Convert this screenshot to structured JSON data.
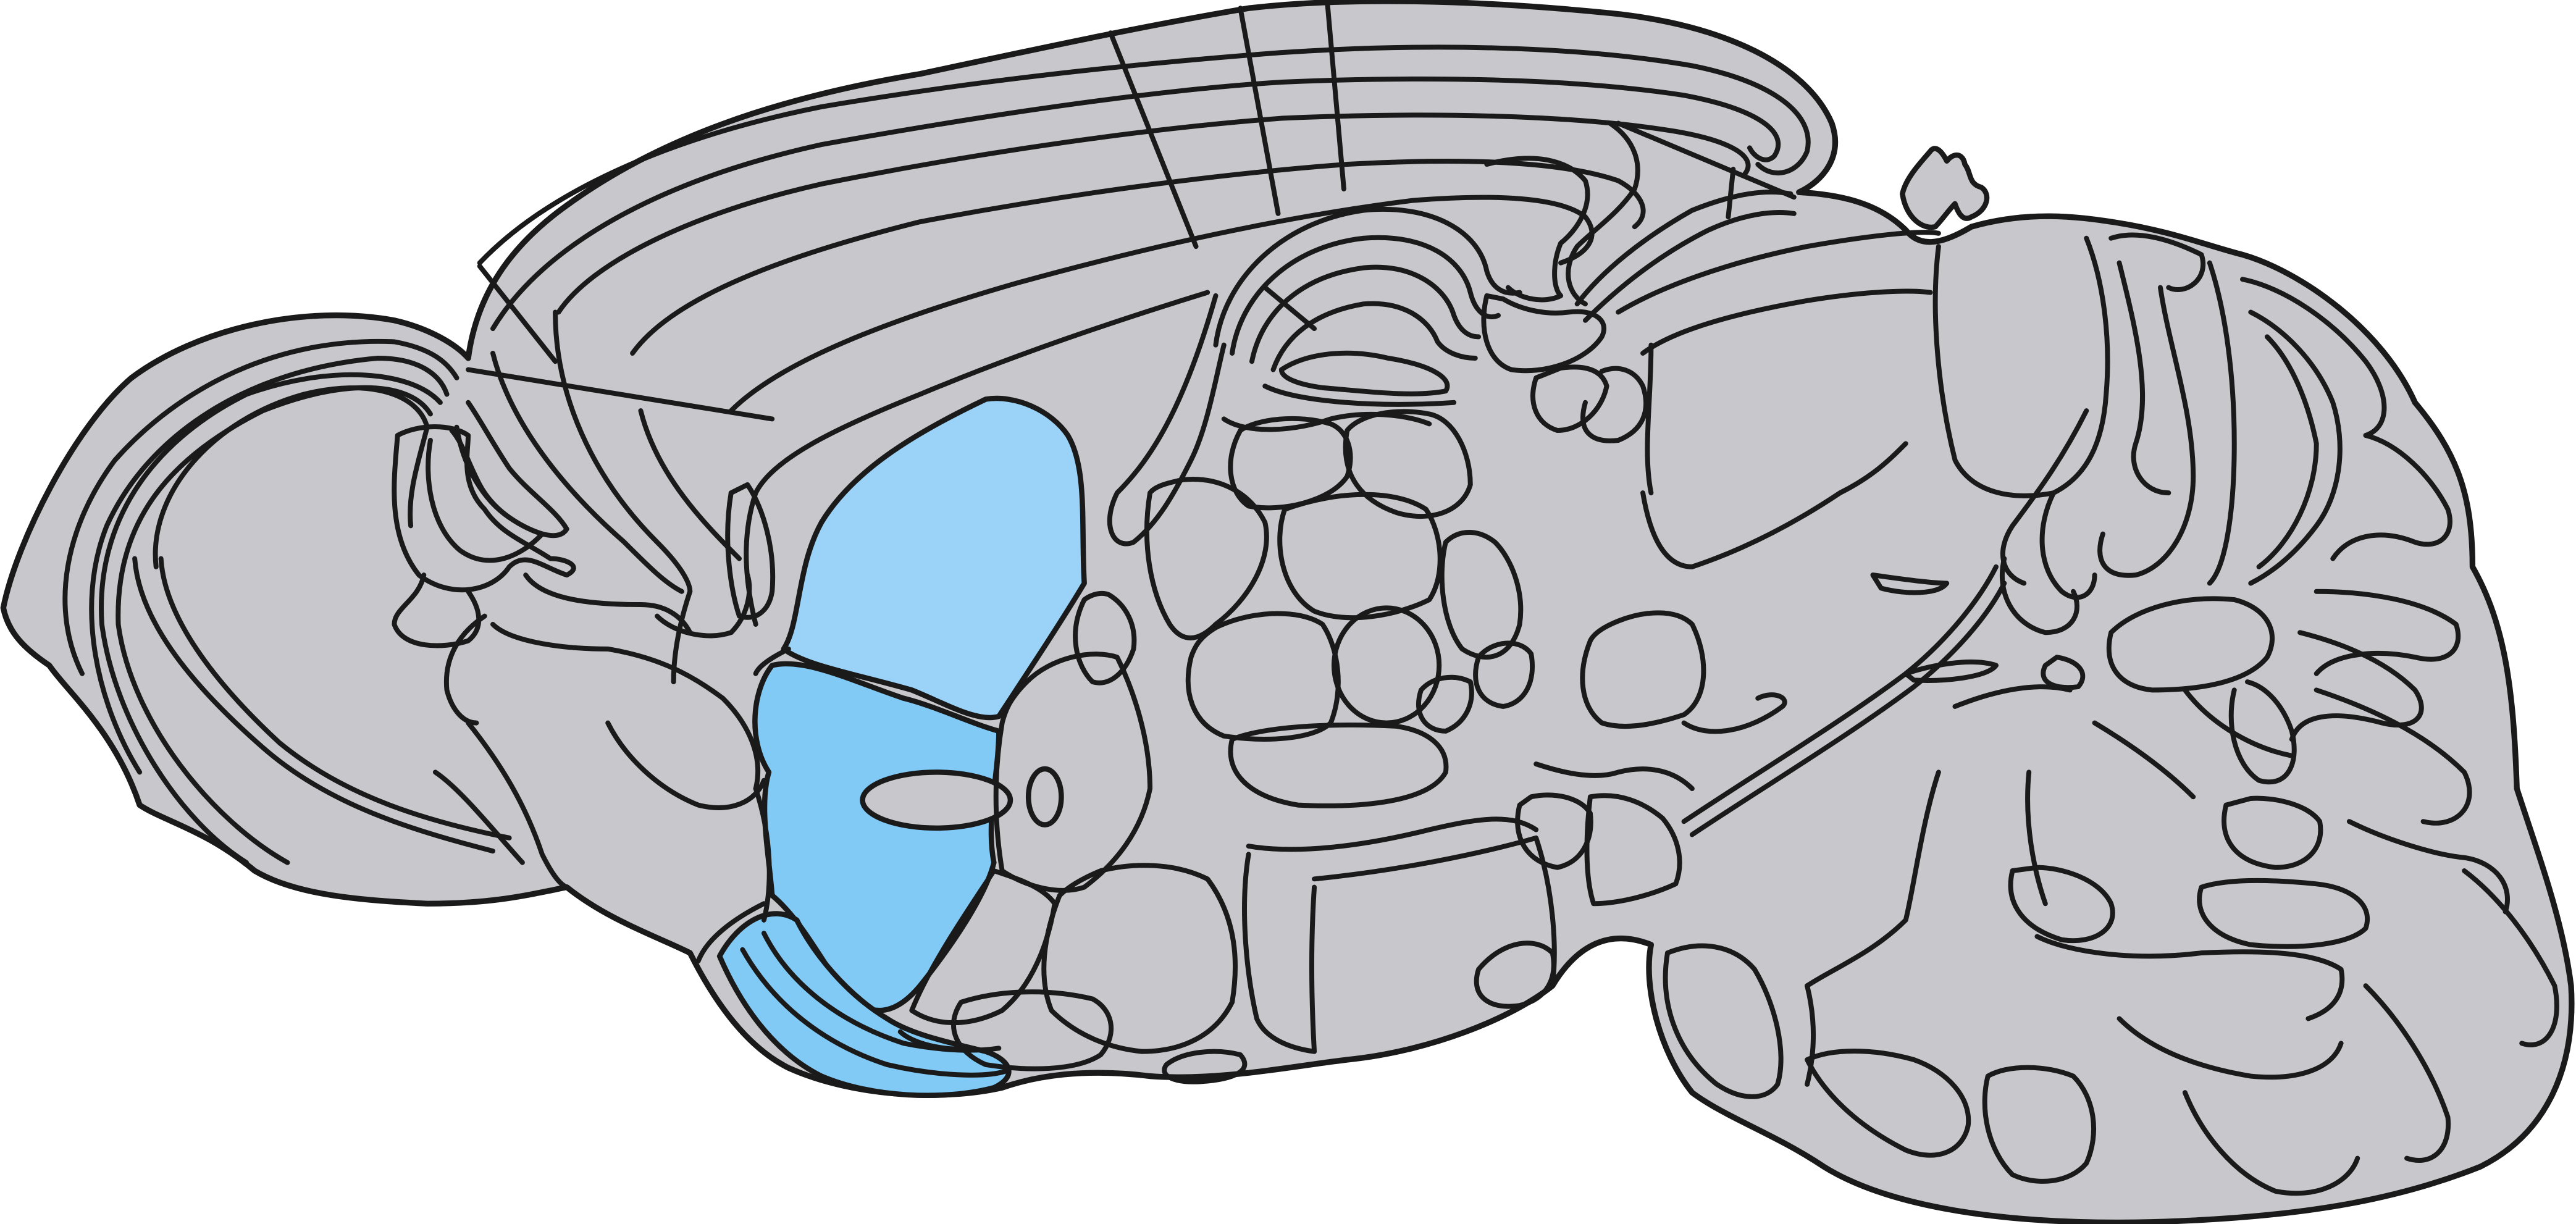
{
  "colors": {
    "background": "#ffffff",
    "tissue": "#c8c8cc",
    "outline": "#1a1a1a",
    "highlight_light": "#9ad3f7",
    "highlight_mid": "#82caf6"
  },
  "regions": [
    {
      "id": "highlight-upper",
      "color": "#9ad3f7"
    },
    {
      "id": "highlight-middle",
      "color": "#82caf6"
    },
    {
      "id": "highlight-lower",
      "color": "#82caf6"
    }
  ]
}
